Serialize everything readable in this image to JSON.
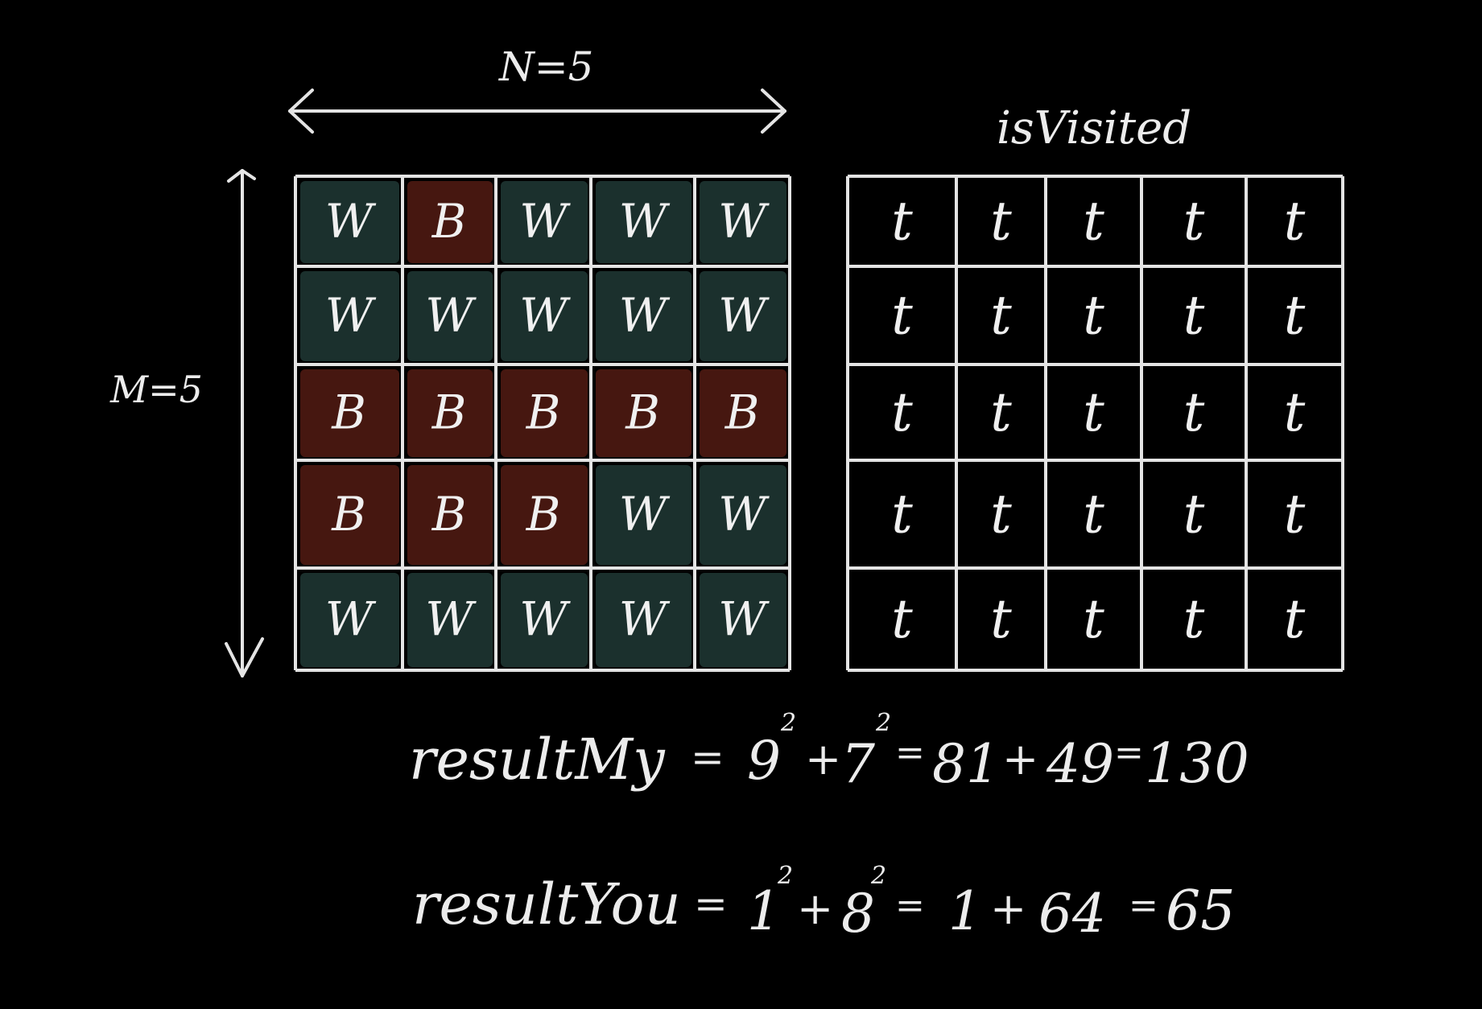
{
  "labels": {
    "width_label": "N=5",
    "height_label": "M=5",
    "visited_title": "isVisited"
  },
  "colors": {
    "background": "#000000",
    "chalk": "#e9e9e9",
    "white_cell": "#1b302d",
    "black_cell": "#461710"
  },
  "soldier_grid": [
    [
      "W",
      "B",
      "W",
      "W",
      "W"
    ],
    [
      "W",
      "W",
      "W",
      "W",
      "W"
    ],
    [
      "B",
      "B",
      "B",
      "B",
      "B"
    ],
    [
      "B",
      "B",
      "B",
      "W",
      "W"
    ],
    [
      "W",
      "W",
      "W",
      "W",
      "W"
    ]
  ],
  "visited_grid": [
    [
      "t",
      "t",
      "t",
      "t",
      "t"
    ],
    [
      "t",
      "t",
      "t",
      "t",
      "t"
    ],
    [
      "t",
      "t",
      "t",
      "t",
      "t"
    ],
    [
      "t",
      "t",
      "t",
      "t",
      "t"
    ],
    [
      "t",
      "t",
      "t",
      "t",
      "t"
    ]
  ],
  "equations": [
    {
      "name": "resultMy",
      "parts": [
        "resultMy",
        "=",
        "9",
        "2",
        "+",
        "7",
        "2",
        "=",
        "81",
        "+",
        "49",
        "=",
        "130"
      ]
    },
    {
      "name": "resultYou",
      "parts": [
        "resultYou",
        "=",
        "1",
        "2",
        "+",
        "8",
        "2",
        "=",
        "1",
        "+",
        "64",
        "=",
        "65"
      ]
    }
  ]
}
